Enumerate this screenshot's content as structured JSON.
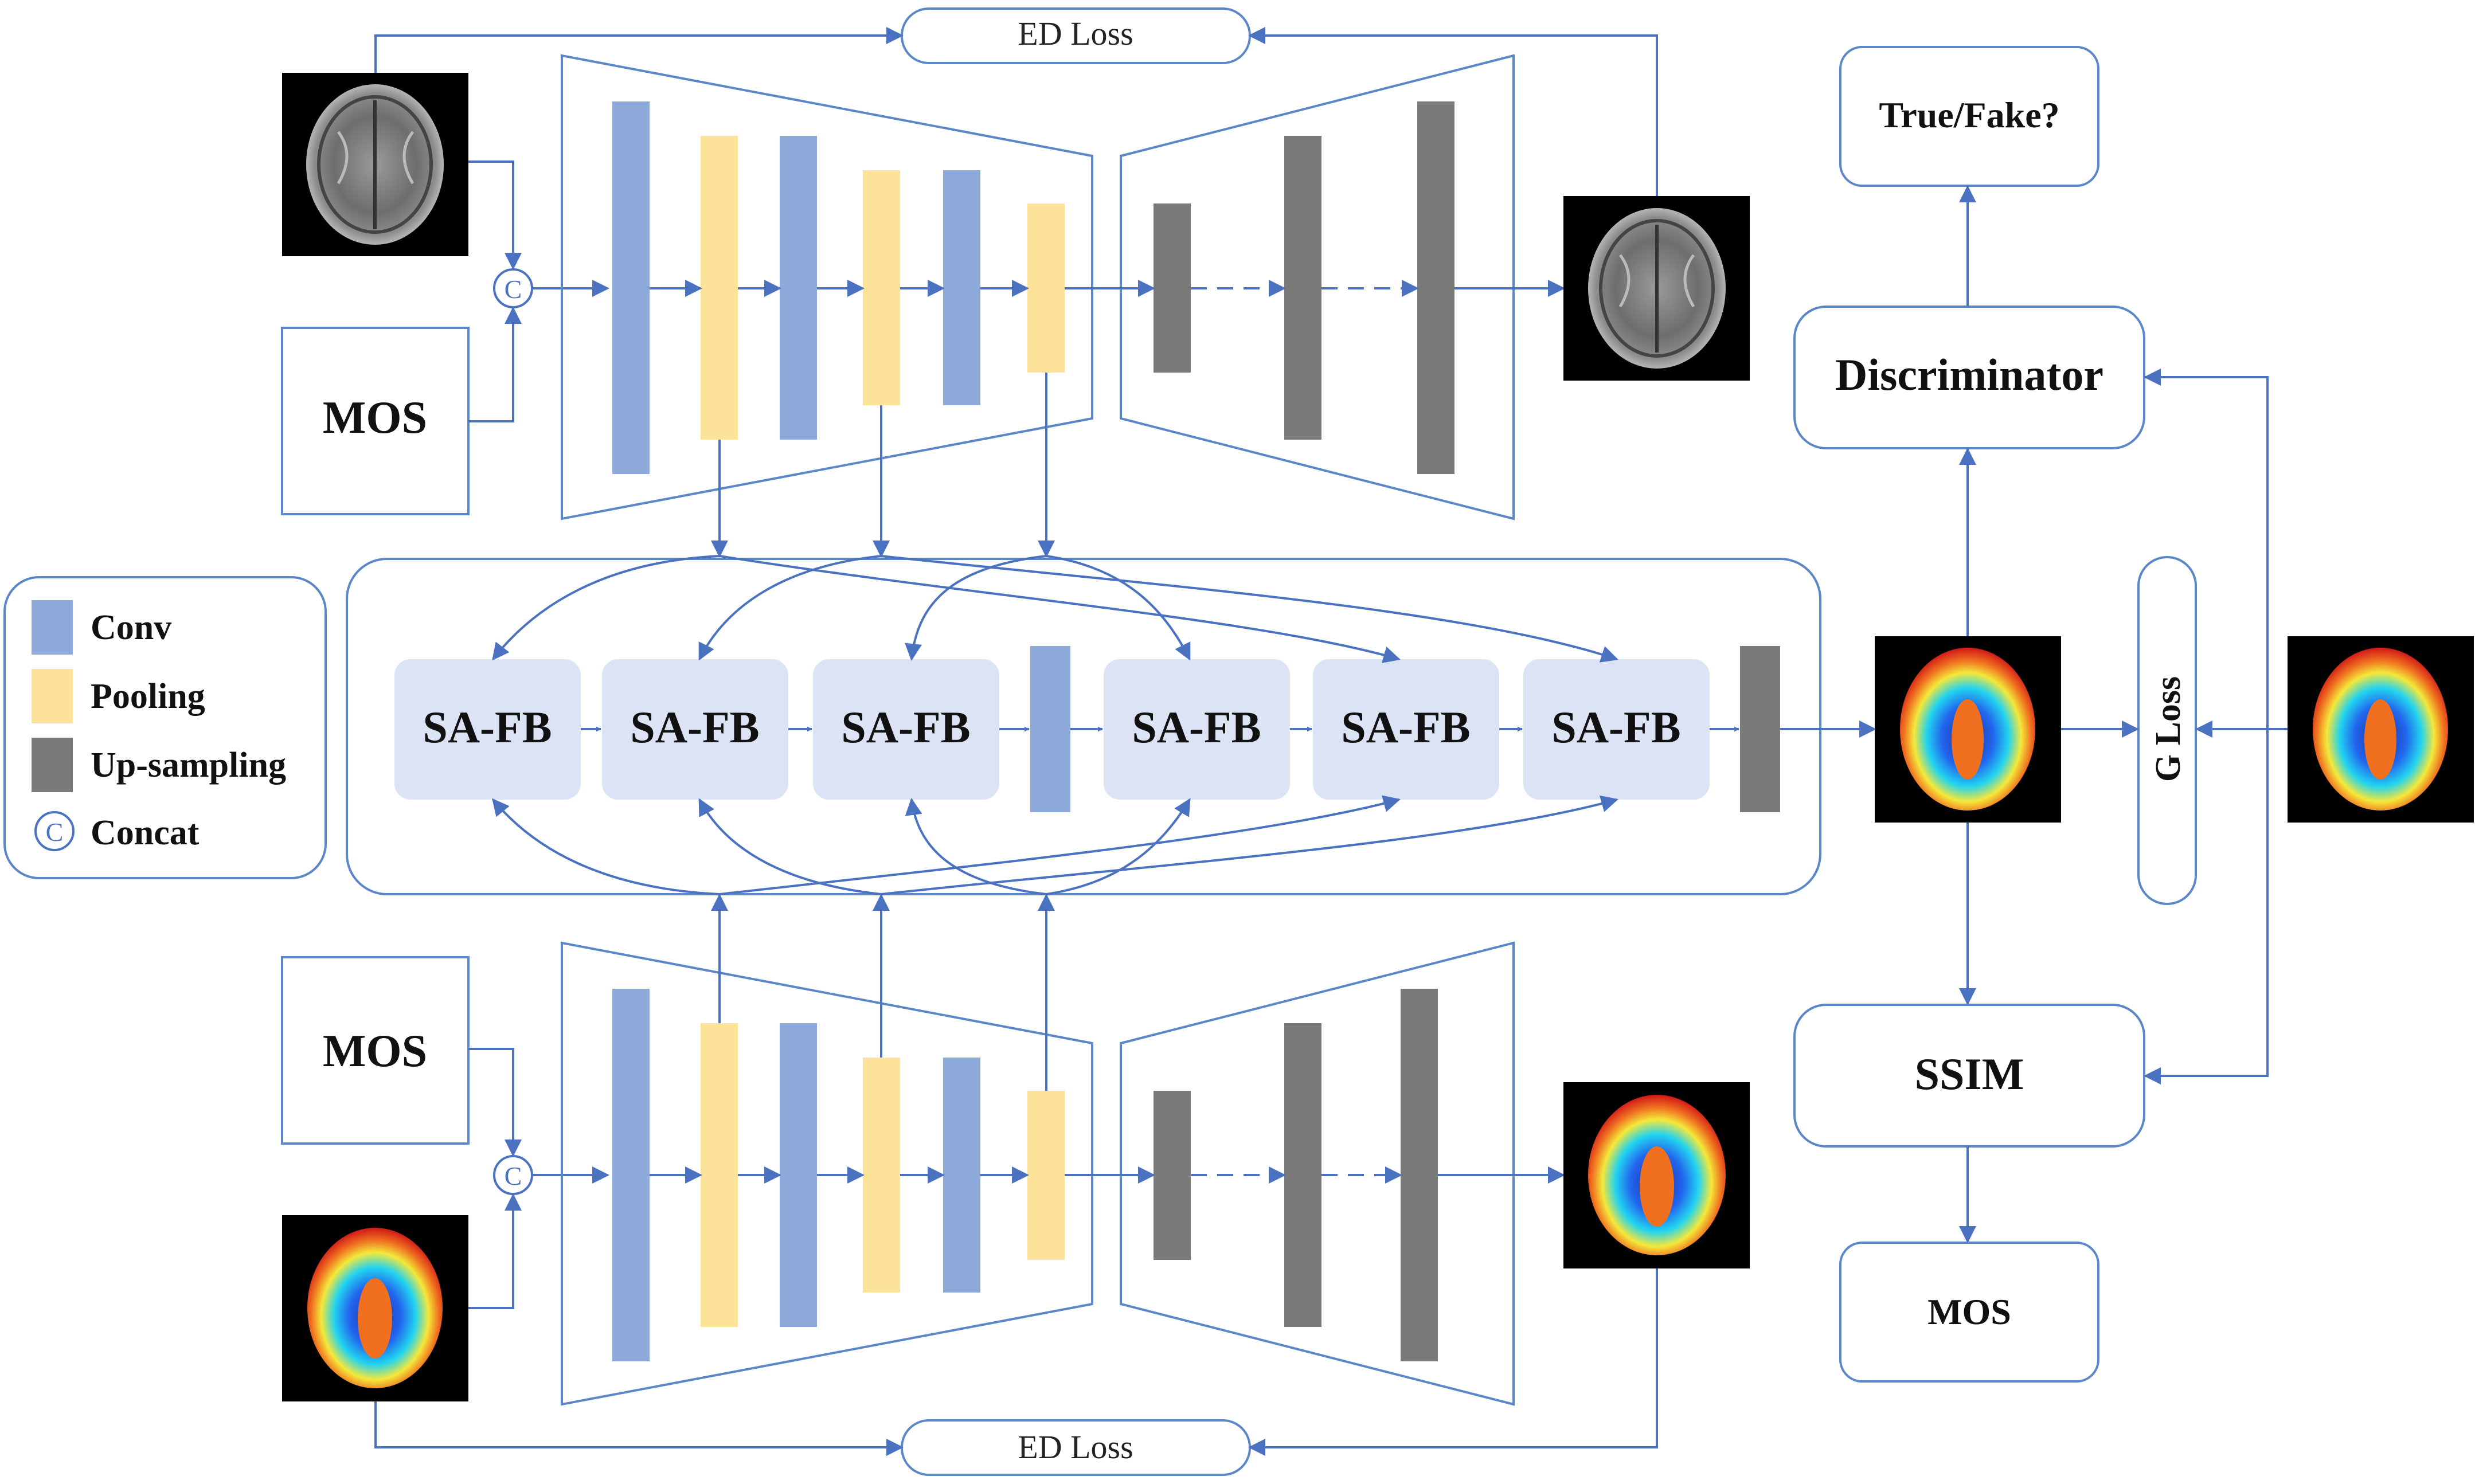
{
  "colors": {
    "line": "#4a72c0",
    "conv": "#8eaadb",
    "pooling": "#fde39a",
    "upsampling": "#7a7a7a",
    "safb_fill": "#dce3f5",
    "box_stroke": "#5b86c7",
    "mri_bg": "#000000"
  },
  "labels": {
    "ed_loss_top": "ED Loss",
    "ed_loss_bottom": "ED Loss",
    "mos_top": "MOS",
    "mos_bottom": "MOS",
    "mos_output": "MOS",
    "true_fake": "True/Fake?",
    "discriminator": "Discriminator",
    "ssim": "SSIM",
    "g_loss": "G Loss",
    "concat_symbol": "C",
    "safb": [
      "SA-FB",
      "SA-FB",
      "SA-FB",
      "SA-FB",
      "SA-FB",
      "SA-FB"
    ]
  },
  "legend": [
    {
      "label": "Conv",
      "kind": "conv"
    },
    {
      "label": "Pooling",
      "kind": "pooling"
    },
    {
      "label": "Up-sampling",
      "kind": "upsampling"
    },
    {
      "label": "Concat",
      "kind": "concat"
    }
  ],
  "icons": [
    "mri-t1-input",
    "mri-t1-output",
    "pet-input",
    "pet-output",
    "pet-generated",
    "pet-real",
    "concat-icon"
  ]
}
